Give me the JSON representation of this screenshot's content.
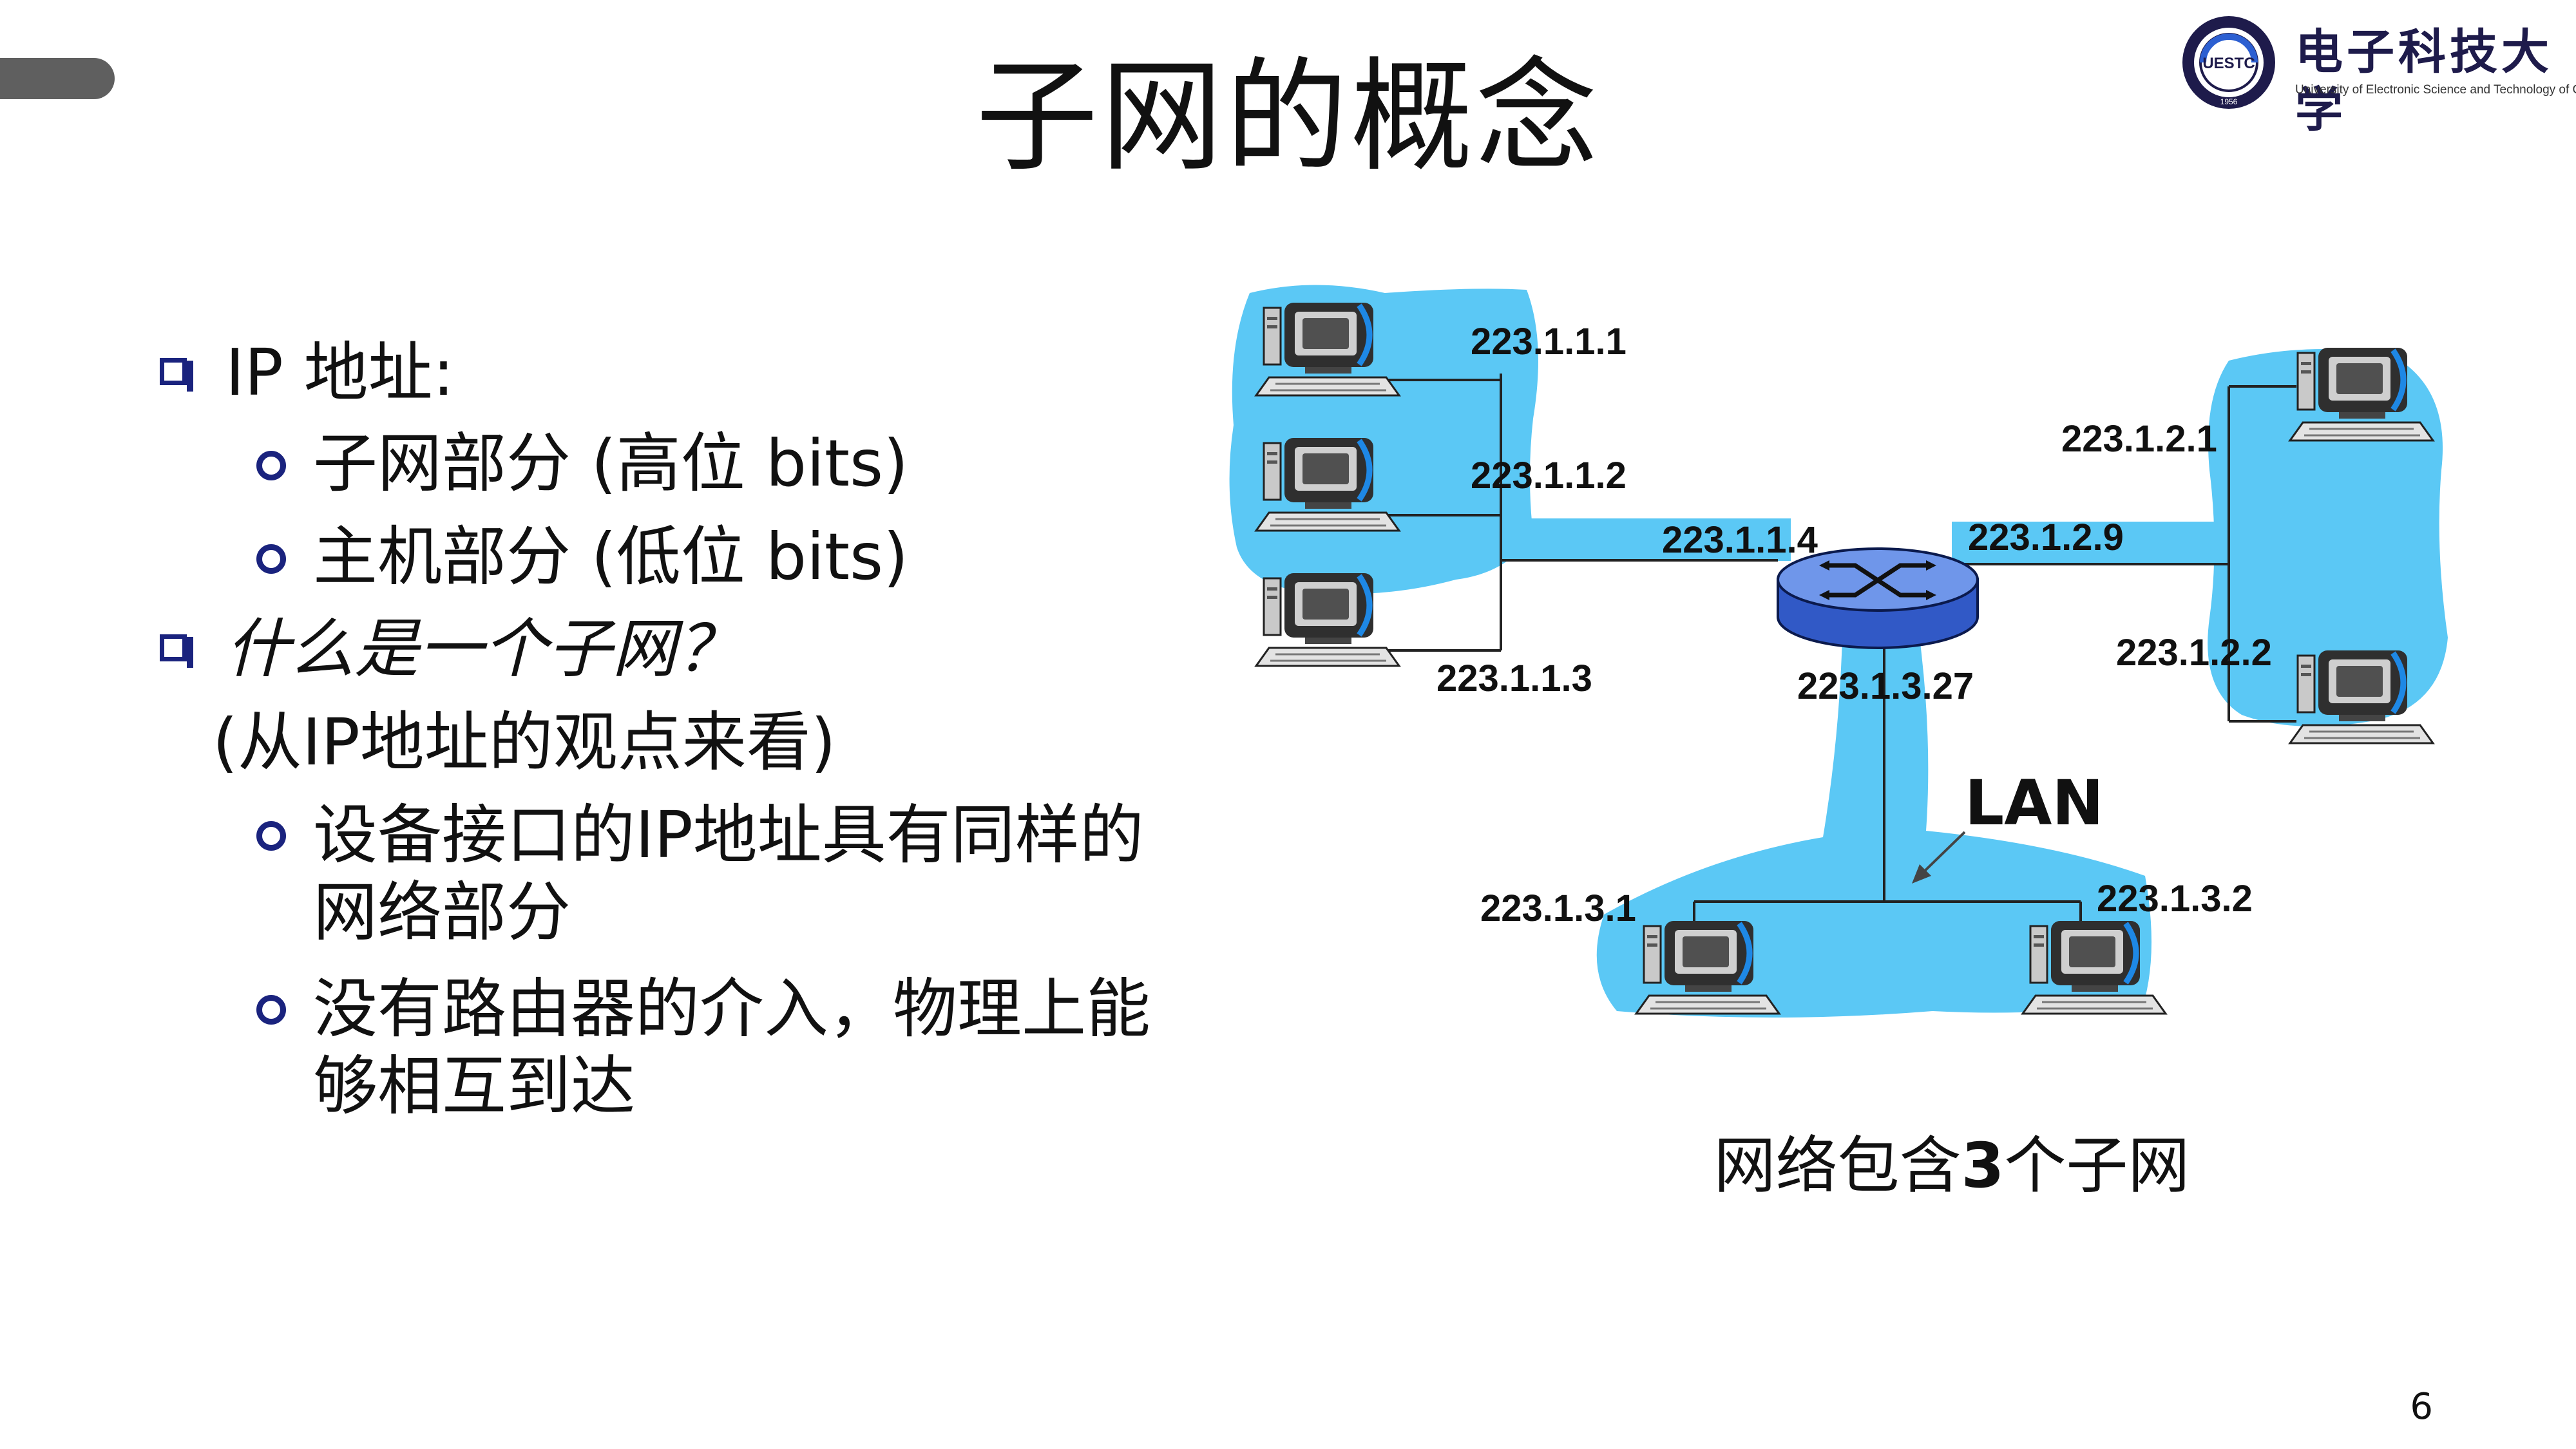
{
  "slide": {
    "title": "子网的概念",
    "page_number": "6"
  },
  "logo": {
    "name_cn": "电子科技大学",
    "name_en": "University of Electronic Science and Technology of China",
    "seal_text": "UESTC",
    "seal_year": "1956",
    "color": "#1e1b4b"
  },
  "bullets": {
    "b1_label": "IP 地址:",
    "b1_sub1": "子网部分 (高位 bits)",
    "b1_sub2": "主机部分 (低位 bits)",
    "b2_label": "什么是一个子网？",
    "b2_note": "(从IP地址的观点来看)",
    "b2_sub1_line1": "设备接口的IP地址具有同样的",
    "b2_sub1_line2": "网络部分",
    "b2_sub2_line1": "没有路由器的介入，物理上能",
    "b2_sub2_line2": "够相互到达"
  },
  "diagram": {
    "labels": {
      "h111": "223.1.1.1",
      "h112": "223.1.1.2",
      "h113": "223.1.1.3",
      "r114": "223.1.1.4",
      "r129": "223.1.2.9",
      "h121": "223.1.2.1",
      "h122": "223.1.2.2",
      "r1327": "223.1.3.27",
      "h131": "223.1.3.1",
      "h132": "223.1.3.2",
      "lan": "LAN"
    },
    "caption_pre": "网络包含",
    "caption_num": "3",
    "caption_post": "个子网"
  },
  "colors": {
    "bullet_blue": "#1a237e",
    "subnet_blue": "#5bc8f5",
    "router_blue": "#3159c6"
  }
}
